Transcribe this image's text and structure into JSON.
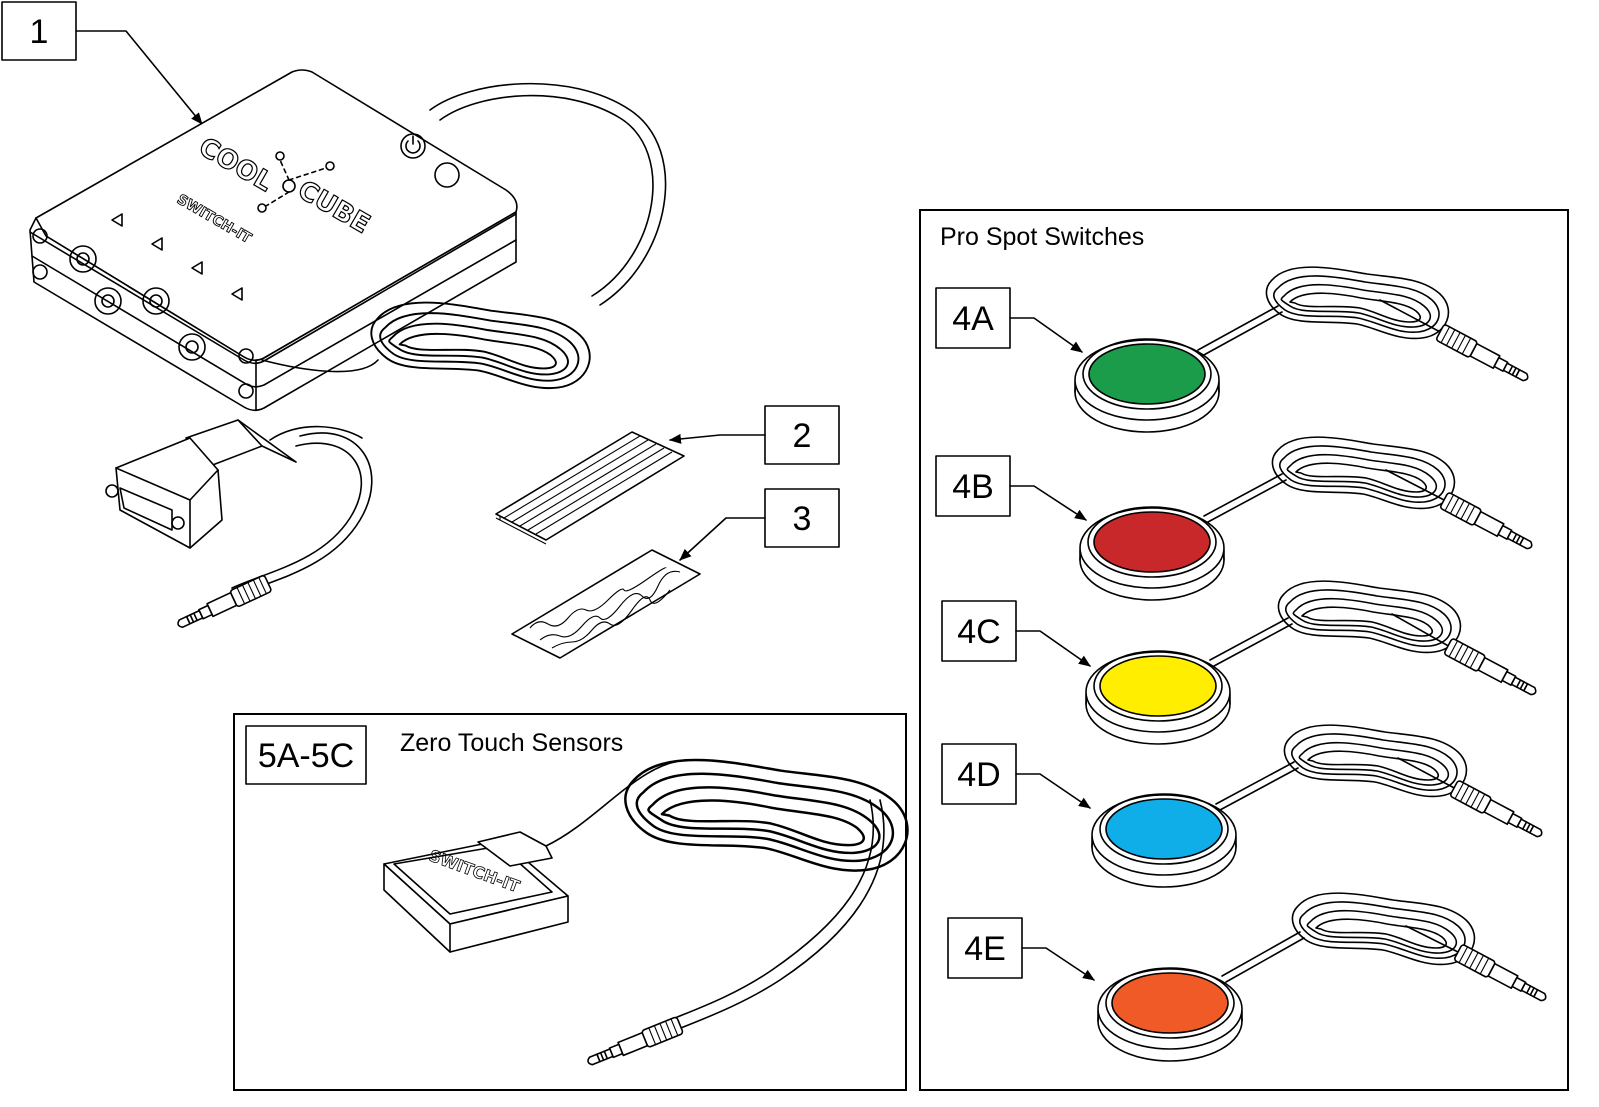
{
  "callouts": {
    "c1": "1",
    "c2": "2",
    "c3": "3",
    "c4a": "4A",
    "c4b": "4B",
    "c4c": "4C",
    "c4d": "4D",
    "c4e": "4E",
    "c5": "5A-5C"
  },
  "panels": {
    "pro_spot": {
      "title": "Pro Spot Switches"
    },
    "zero_touch": {
      "title": "Zero Touch Sensors"
    }
  },
  "device_markings": {
    "cube_logo_top": "COOL",
    "cube_logo_bottom": "CUBE",
    "cube_brand": "SWITCH-IT",
    "sensor_brand": "SWITCH-IT"
  },
  "switch_colors": {
    "4A": "#1a9c4a",
    "4B": "#c8282a",
    "4C": "#ffee00",
    "4D": "#10aee8",
    "4E": "#ef5a27"
  }
}
